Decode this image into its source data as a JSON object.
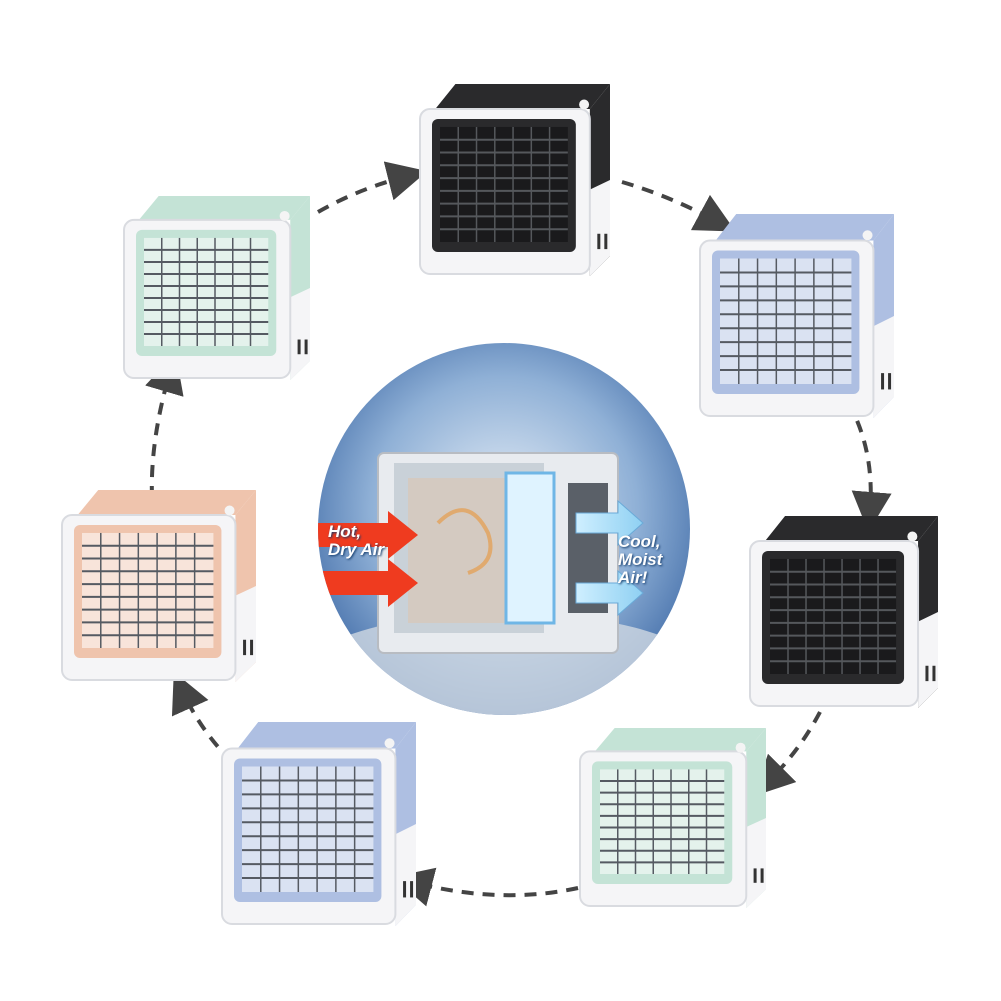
{
  "colors": {
    "black": "#2a2a2c",
    "blue": "#aebfe2",
    "mint": "#c4e3d6",
    "peach": "#efc4ad",
    "white_body": "#f5f5f7",
    "arrow": "#444444",
    "hot_arrow": "#ef3b1f",
    "cool_arrow": "#bfe4f8"
  },
  "units": [
    {
      "name": "cooler-top-black",
      "color": "black"
    },
    {
      "name": "cooler-right-upper-blue",
      "color": "blue"
    },
    {
      "name": "cooler-right-black",
      "color": "black"
    },
    {
      "name": "cooler-bottom-right-mint",
      "color": "mint"
    },
    {
      "name": "cooler-bottom-left-blue",
      "color": "blue"
    },
    {
      "name": "cooler-left-peach",
      "color": "peach"
    },
    {
      "name": "cooler-top-left-mint",
      "color": "mint"
    }
  ],
  "center": {
    "hot_label": "Hot, Dry Air",
    "cool_label": "Cool, Moist Air!"
  }
}
